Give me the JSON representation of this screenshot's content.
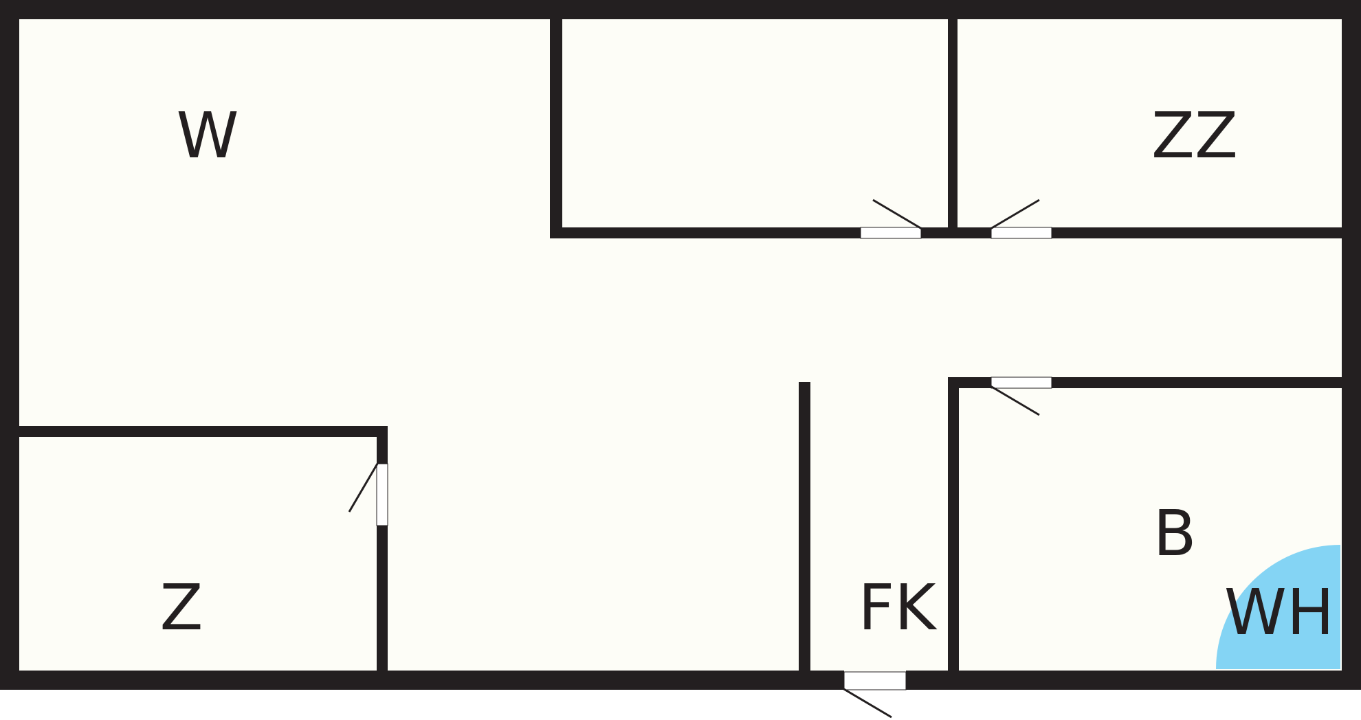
{
  "plan": {
    "colors": {
      "wall": "#231f20",
      "floor": "#fdfdf7",
      "opening": "#ffffff",
      "water_heater": "#84d4f4",
      "text": "#231f20"
    },
    "rooms": {
      "w": "W",
      "zz": "ZZ",
      "z": "Z",
      "fk": "FK",
      "b": "B",
      "wh": "WH"
    }
  }
}
